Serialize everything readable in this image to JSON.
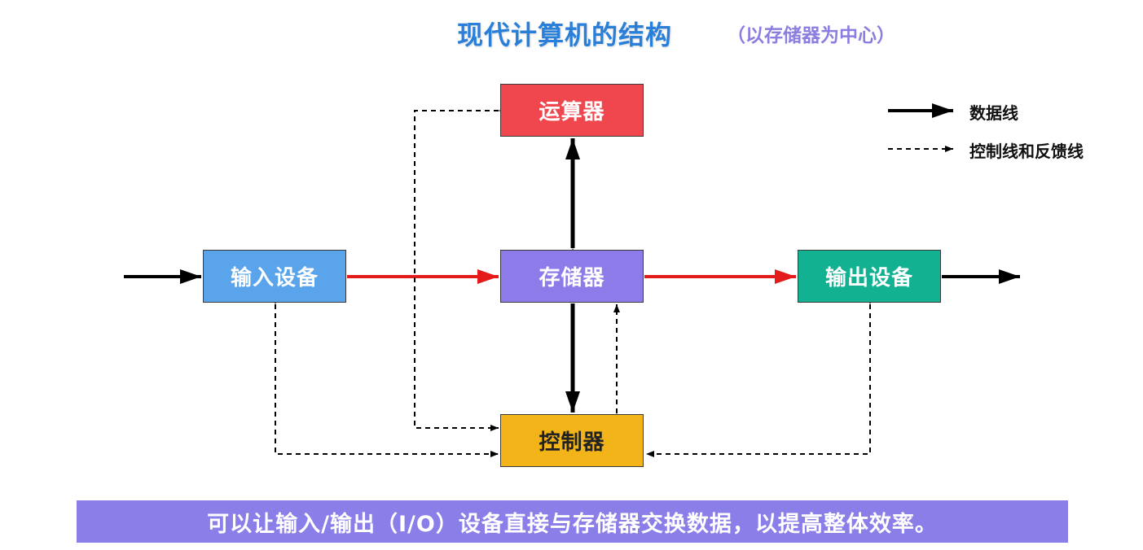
{
  "title": "现代计算机的结构",
  "subtitle": "（以存储器为中心）",
  "boxes": {
    "alu": "运算器",
    "input": "输入设备",
    "memory": "存储器",
    "output": "输出设备",
    "control": "控制器"
  },
  "legend": {
    "data_line": "数据线",
    "control_line": "控制线和反馈线"
  },
  "banner": "可以让输入/输出（I/O）设备直接与存储器交换数据，以提高整体效率。",
  "colors": {
    "alu": "#f0474f",
    "input": "#5aa4ec",
    "memory": "#8d7bea",
    "output": "#12b191",
    "control": "#f2b418",
    "data_flow_red": "#e41b1b",
    "title": "#2a7fd8",
    "banner": "#8a7ee8"
  }
}
